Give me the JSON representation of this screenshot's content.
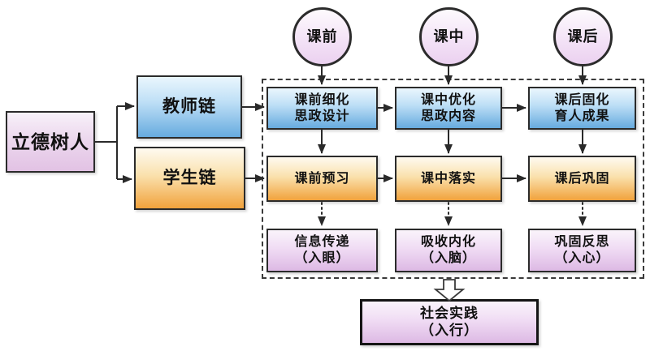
{
  "nodes": {
    "root": "立德树人",
    "teacher_chain": "教师链",
    "student_chain": "学生链"
  },
  "phases": [
    "课前",
    "课中",
    "课后"
  ],
  "teacher_actions": [
    [
      "课前细化",
      "思政设计"
    ],
    [
      "课中优化",
      "思政内容"
    ],
    [
      "课后固化",
      "育人成果"
    ]
  ],
  "student_actions": [
    "课前预习",
    "课中落实",
    "课后巩固"
  ],
  "outcomes": [
    [
      "信息传递",
      "（入眼）"
    ],
    [
      "吸收内化",
      "（入脑）"
    ],
    [
      "巩固反思",
      "（入心）"
    ]
  ],
  "practice": [
    "社会实践",
    "（入行）"
  ],
  "colors": {
    "teacher_blue": "#67abdf",
    "student_orange": "#f1a23c",
    "outcome_purple": "#ddb9e4",
    "root_purple": "#e2c2e4",
    "line_black": "#2a2a2a"
  }
}
